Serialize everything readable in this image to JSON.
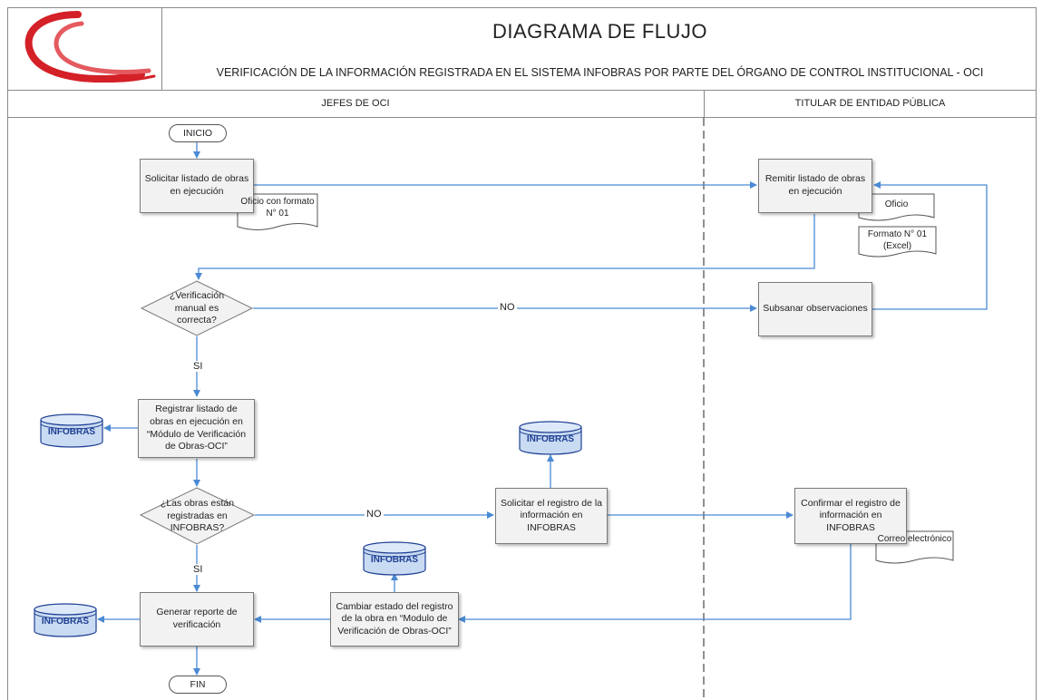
{
  "header": {
    "title": "DIAGRAMA DE FLUJO",
    "subtitle": "VERIFICACIÓN DE LA INFORMACIÓN REGISTRADA EN EL SISTEMA INFOBRAS POR PARTE DEL ÓRGANO DE CONTROL INSTITUCIONAL - OCI"
  },
  "lanes": {
    "left": "JEFES DE OCI",
    "right": "TITULAR DE ENTIDAD PÚBLICA"
  },
  "nodes": {
    "inicio": "INICIO",
    "fin": "FIN",
    "solicitar_listado": "Solicitar listado de obras en ejecución",
    "remitir_listado": "Remitir listado de obras en ejecución",
    "verificacion_manual": "¿Verificación manual es correcta?",
    "subsanar": "Subsanar observaciones",
    "registrar_listado": "Registrar listado de obras en ejecución en “Módulo de Verificación de Obras-OCI”",
    "obras_registradas": "¿Las obras están registradas en INFOBRAS?",
    "solicitar_registro": "Solicitar el registro de la información en INFOBRAS",
    "confirmar_registro": "Confirmar el registro de información en INFOBRAS",
    "cambiar_estado": "Cambiar estado del registro de la obra en “Modulo de Verificación de Obras-OCI”",
    "generar_reporte": "Generar reporte de verificación"
  },
  "documents": {
    "oficio_formato": "Oficio con formato N° 01",
    "oficio": "Oficio",
    "formato_excel": "Formato N° 01 (Excel)",
    "correo": "Correo electrónico"
  },
  "edge_labels": {
    "no1": "NO",
    "si1": "SI",
    "no2": "NO",
    "si2": "SI"
  },
  "database_label": "INFOBRAS",
  "colors": {
    "arrow": "#4a8ad4",
    "box_fill": "#f2f2f2",
    "database_fill": "#c9dbf2",
    "database_text": "#1f3f94",
    "logo_red": "#d42027"
  }
}
